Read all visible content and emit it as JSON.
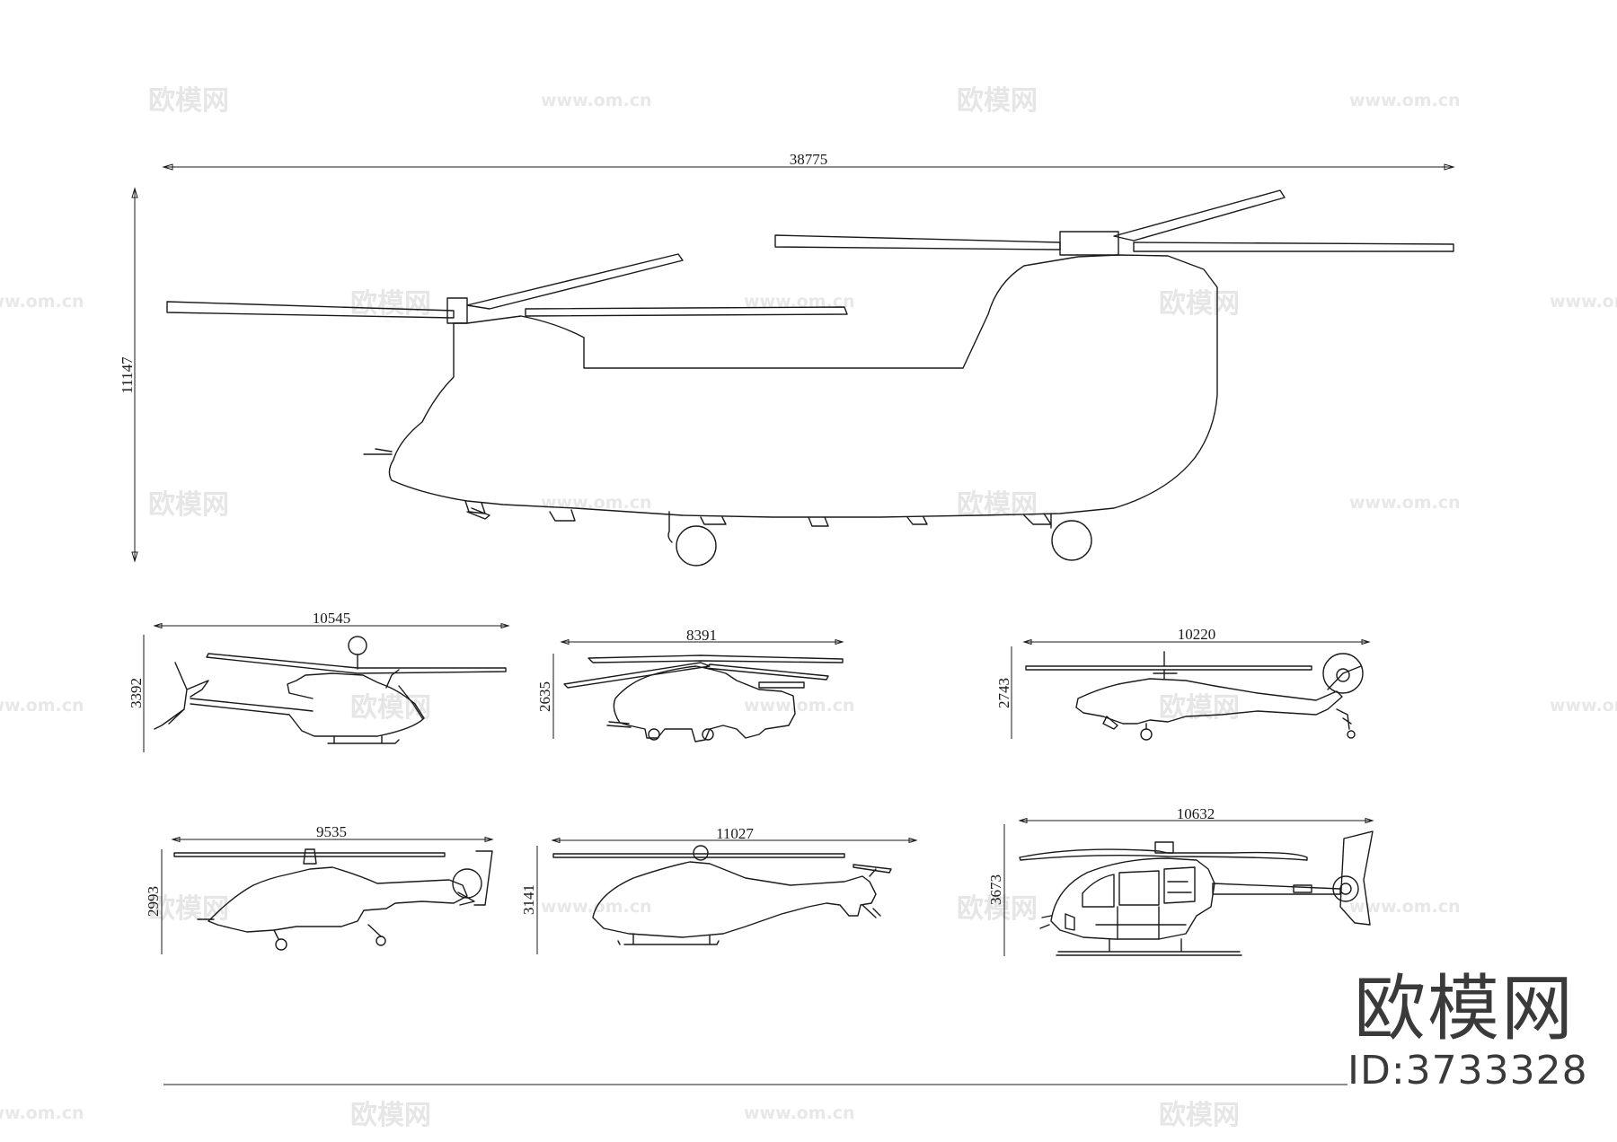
{
  "watermark": {
    "logo": "欧模网",
    "url": "www.om.cn"
  },
  "brand": {
    "logo": "欧模网",
    "id": "ID:3733328"
  },
  "dimensions": {
    "chinook": {
      "length": "38775",
      "height": "11147"
    },
    "heli_2": {
      "length": "10545",
      "height": "3392"
    },
    "heli_3": {
      "length": "8391",
      "height": "2635"
    },
    "heli_4": {
      "length": "10220",
      "height": "2743"
    },
    "heli_5": {
      "length": "9535",
      "height": "2993"
    },
    "heli_6": {
      "length": "11027",
      "height": "3141"
    },
    "heli_7": {
      "length": "10632",
      "height": "3673"
    }
  }
}
